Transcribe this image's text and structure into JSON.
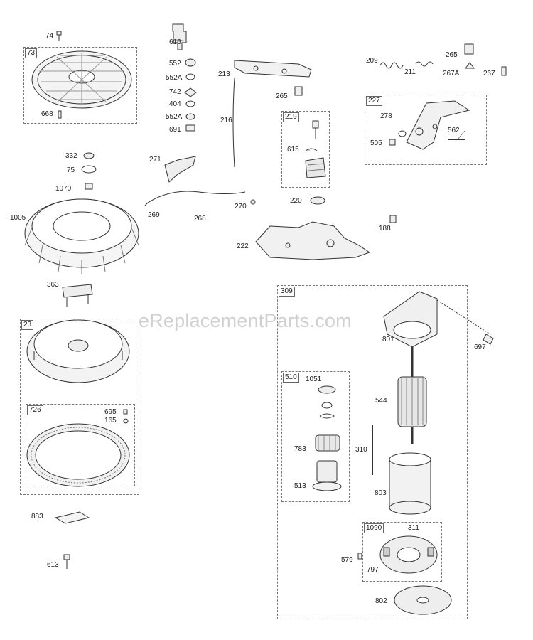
{
  "watermark": "eReplacementParts.com",
  "groups": {
    "g73": "73",
    "g219": "219",
    "g227": "227",
    "g23": "23",
    "g726": "726",
    "g309": "309",
    "g510": "510",
    "g1090": "1090"
  },
  "parts": {
    "p74": "74",
    "p668": "668",
    "p616": "616",
    "p552": "552",
    "p552a_1": "552A",
    "p742": "742",
    "p404": "404",
    "p552a_2": "552A",
    "p691": "691",
    "p213": "213",
    "p216": "216",
    "p265_1": "265",
    "p209": "209",
    "p211": "211",
    "p265_2": "265",
    "p267a": "267A",
    "p267": "267",
    "p615": "615",
    "p278": "278",
    "p562": "562",
    "p505": "505",
    "p332": "332",
    "p75": "75",
    "p1070": "1070",
    "p271": "271",
    "p1005": "1005",
    "p269": "269",
    "p268": "268",
    "p270": "270",
    "p220": "220",
    "p188": "188",
    "p222": "222",
    "p363": "363",
    "p801": "801",
    "p697": "697",
    "p1051": "1051",
    "p544": "544",
    "p695": "695",
    "p165": "165",
    "p783": "783",
    "p310": "310",
    "p513": "513",
    "p803": "803",
    "p883": "883",
    "p311": "311",
    "p579": "579",
    "p797": "797",
    "p613": "613",
    "p802": "802"
  }
}
